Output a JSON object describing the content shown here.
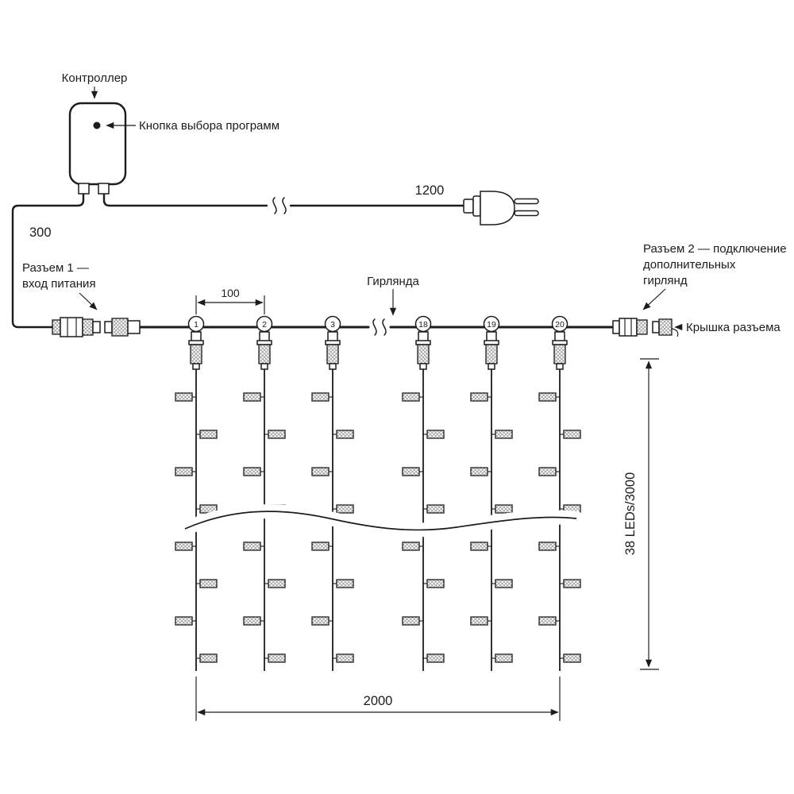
{
  "diagram": {
    "background_color": "#ffffff",
    "line_color": "#1c1c1c"
  },
  "labels": {
    "controller": "Контроллер",
    "program_button": "Кнопка выбора программ",
    "cord_length": "1200",
    "lead_length": "300",
    "connector1": [
      "Разъем 1 —",
      "вход питания"
    ],
    "garland": "Гирлянда",
    "drop_spacing": "100",
    "connector2": [
      "Разъем 2 — подключение",
      "дополнительных",
      "гирлянд"
    ],
    "cap": "Крышка разъема",
    "height_dimension": "38 LEDs/3000",
    "width_dimension": "2000"
  },
  "drops": [
    {
      "number": "1"
    },
    {
      "number": "2"
    },
    {
      "number": "3"
    },
    {
      "number": "18"
    },
    {
      "number": "19"
    },
    {
      "number": "20"
    }
  ]
}
